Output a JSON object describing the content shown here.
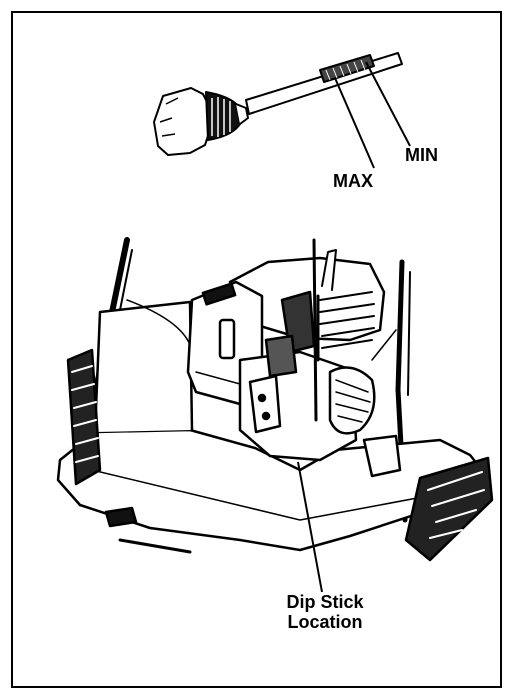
{
  "labels": {
    "min": "MIN",
    "max": "MAX",
    "location_line1": "Dip Stick",
    "location_line2": "Location"
  },
  "colors": {
    "ink": "#000000",
    "paper": "#ffffff"
  }
}
